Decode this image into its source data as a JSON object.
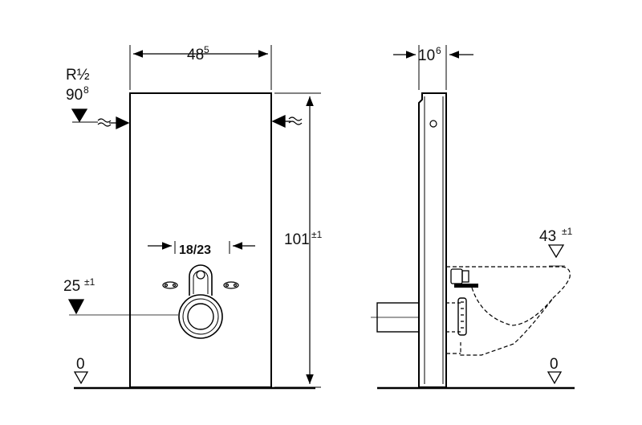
{
  "front_view": {
    "width": {
      "main": "48",
      "sup": "5"
    },
    "connection": {
      "thread": "R½",
      "height_main": "90",
      "height_sup": "8"
    },
    "spacing": "18/23",
    "outlet_height": {
      "main": "25",
      "sup": "±1"
    },
    "total_height": {
      "main": "101",
      "sup": "±1"
    },
    "floor": "0"
  },
  "side_view": {
    "depth": {
      "main": "10",
      "sup": "6"
    },
    "bowl_height": {
      "main": "43",
      "sup": "±1"
    },
    "floor": "0"
  }
}
